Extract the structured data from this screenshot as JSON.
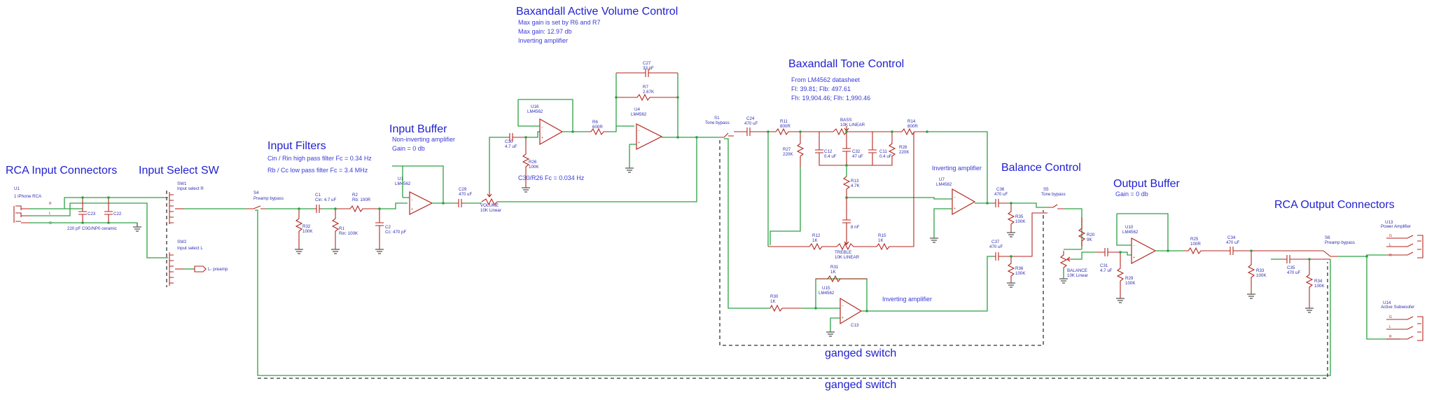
{
  "titles": {
    "rca_in": "RCA Input Connectors",
    "input_select": "Input Select SW",
    "input_filters": "Input Filters",
    "input_buffer": "Input Buffer",
    "volume": "Baxandall Active Volume Control",
    "tone": "Baxandall Tone Control",
    "balance": "Balance Control",
    "output_buffer": "Output Buffer",
    "rca_out": "RCA Output Connectors",
    "ganged1": "ganged switch",
    "ganged2": "ganged switch"
  },
  "notes": {
    "filter_hp": "Cin / Rin high pass filter Fc = 0.34 Hz",
    "filter_lp": "Rb / Cc low pass filter Fc = 3.4 MHz",
    "buffer_type": "Non-inverting amplifier",
    "buffer_gain": "Gain = 0 db",
    "vol_max_set": "Max gain is set by R6 and R7",
    "vol_max_gain": "Max gain: 12.97 db",
    "vol_type": "Inverting amplifier",
    "c30_note": "C30/R26 Fc = 0.034 Hz",
    "tone_src": "From LM4562 datasheet",
    "tone_fl": "Fl: 39.81; Flb: 497.61",
    "tone_fh": "Fh: 19,904.46; Flh: 1,990.46",
    "inv_amp1": "Inverting amplifier",
    "inv_amp2": "Inverting amplifier",
    "out_gain": "Gain = 0 db"
  },
  "labels": {
    "u1": "U1",
    "u1_desc": "1 iPhone RCA",
    "pin_r": "R",
    "pin_l": "L",
    "pin_g": "G",
    "c23": "C23",
    "c22": "C22",
    "cap_note": "220 pF C0G/NP0 ceramic",
    "sw1": "SW1",
    "sw1_desc": "Input select R",
    "sw2": "SW2",
    "sw2_desc": "Input select L",
    "l_preamp": "L- preamp",
    "s4": "S4",
    "s4_desc": "Preamp bypass",
    "c1": "C1",
    "c1_val": "Cin: 4.7 uF",
    "r2": "R2",
    "r2_val": "Rb: 100R",
    "r32": "R32",
    "r32_val": "100K",
    "r1": "R1",
    "r1_val": "Rin: 100K",
    "c2": "C2",
    "c2_val": "Cc: 470 pF",
    "u1a": "U1",
    "u1a_val": "LM4562",
    "c29": "C29",
    "c29_val": "470 uF",
    "vol": "VOLUME",
    "vol_val": "10K Linear",
    "c30": "C30",
    "c30_val": "4.7 uF",
    "r26": "R26",
    "r26_val": "100K",
    "u16": "U16",
    "u16_val": "LM4562",
    "r6": "R6",
    "r6_val": "600R",
    "c27": "C27",
    "c27_val": "33 pF",
    "r7": "R7",
    "r7_val": "2.67K",
    "u4": "U4",
    "u4_val": "LM4562",
    "s1": "S1",
    "s1_desc": "Tone bypass",
    "c24": "C24",
    "c24_val": "470 uF",
    "r11": "R11",
    "r11_val": "800R",
    "r27": "R27",
    "r27_val": "220K",
    "bass": "BASS",
    "bass_val": "10K LINEAR",
    "c12": "C12",
    "c12_val": "0.4 uF",
    "c32": "C32",
    "c32_val": "47 uF",
    "c11": "C11",
    "c11_val": "0.4 uF",
    "r14": "R14",
    "r14_val": "800R",
    "r28": "R28",
    "r28_val": "220K",
    "r13": "R13",
    "r13_val": "4.7K",
    "c_t": "8 nF",
    "r12": "R12",
    "r12_val": "1K",
    "treble": "TREBLE",
    "treble_val": "10K LINEAR",
    "r15": "R15",
    "r15_val": "1K",
    "u7": "U7",
    "u7_val": "LM4562",
    "c36": "C36",
    "c36_val": "470 uF",
    "r35": "R35",
    "r35_val": "100K",
    "c37": "C37",
    "c37_val": "470 uF",
    "r36": "R36",
    "r36_val": "100K",
    "r31": "R31",
    "r31_val": "1K",
    "u15": "U15",
    "u15_val": "LM4562",
    "r30": "R30",
    "r30_val": "1K",
    "c13": "C13",
    "s5": "S5",
    "s5_desc": "Tone bypass",
    "r20": "R20",
    "r20_val": "9K",
    "bal": "BALANCE",
    "bal_val": "10K Linear",
    "c31": "C31",
    "c31_val": "4.7 uF",
    "r29": "R29",
    "r29_val": "100K",
    "u10": "U10",
    "u10_val": "LM4562",
    "r25": "R25",
    "r25_val": "100R",
    "c34": "C34",
    "c34_val": "470 uF",
    "r33": "R33",
    "r33_val": "100K",
    "c35": "C35",
    "c35_val": "470 uF",
    "r34": "R34",
    "r34_val": "100K",
    "s6": "S6",
    "s6_desc": "Preamp bypass",
    "u13": "U13",
    "u13_desc": "Power Amplifier",
    "u14": "U14",
    "u14_desc": "Active Subwoofer"
  }
}
